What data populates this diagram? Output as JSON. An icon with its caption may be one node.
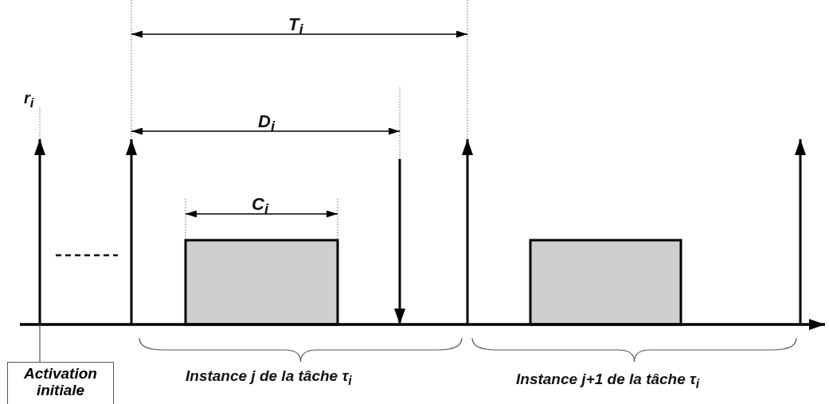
{
  "diagram": {
    "nodes": [
      {
        "text": [
          "Activation initiale"
        ]
      },
      {
        "text": [],
        "shape": "bar"
      },
      {
        "text": [],
        "shape": "bar"
      },
      {
        "text": [],
        "shape": "arrow"
      }
    ],
    "edges": [
      {
        "from": 0,
        "to": 3,
        "arrow": "none"
      }
    ],
    "labels": [
      "r$_{i}$",
      "T$_{i}$",
      "D$_{i}$",
      "C$_{i}$",
      "Instance j de la tâche τ$_{i}$",
      "Instance j+1 de la tâche τ$_{i}$"
    ]
  }
}
